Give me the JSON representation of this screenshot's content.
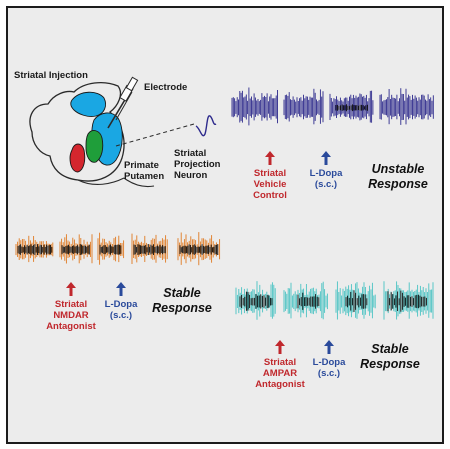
{
  "colors": {
    "frame_bg": "#ececec",
    "border": "#1c1c1c",
    "blue_trace": "#2d2a8c",
    "orange_trace": "#e07a22",
    "black_trace": "#0f0f0f",
    "cyan_trace": "#49c3c3",
    "red_label": "#c0282d",
    "blue_label": "#2a4a9b",
    "striatum_blue": "#1aa7e3",
    "putamen_green": "#1f9e3a",
    "injection_red": "#d4262e"
  },
  "icons": [
    "electrode-icon",
    "syringe-icon",
    "spike-waveform-icon",
    "up-arrow-icon"
  ],
  "schematic": {
    "striatal_injection": "Striatal Injection",
    "electrode": "Electrode",
    "primate_putamen": "Primate\nPutamen",
    "striatal_projection_neuron": "Striatal\nProjection\nNeuron"
  },
  "panels": [
    {
      "id": "vehicle",
      "treatment": "Striatal\nVehicle\nControl",
      "ldopa": "L-Dopa\n(s.c.)",
      "response": "Unstable\nResponse"
    },
    {
      "id": "nmdar",
      "treatment": "Striatal\nNMDAR\nAntagonist",
      "ldopa": "L-Dopa\n(s.c.)",
      "response": "Stable\nResponse"
    },
    {
      "id": "ampar",
      "treatment": "Striatal\nAMPAR\nAntagonist",
      "ldopa": "L-Dopa\n(s.c.)",
      "response": "Stable\nResponse"
    }
  ]
}
